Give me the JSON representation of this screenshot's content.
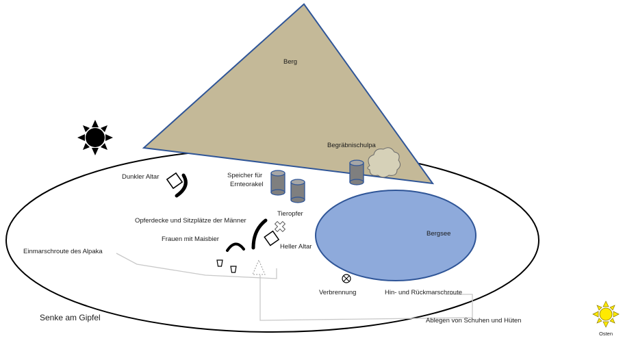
{
  "labels": {
    "mountain": "Berg",
    "burial_chulpa": "Begräbnischulpa",
    "dark_altar": "Dunkler Altar",
    "storage_line1": "Speicher  für",
    "storage_line2": "Ernteorakel",
    "animal_sacrifice": "Tieropfer",
    "offering_blanket": "Opferdecke und Sitzplätze der Männer",
    "women_maize_beer": "Frauen mit Maisbier",
    "bright_altar": "Heller Altar",
    "mountain_lake": "Bergsee",
    "alpaca_route": "Einmarschroute des Alpaka",
    "burning": "Verbrennung",
    "round_trip_route": "Hin- und Rückmarschroute",
    "summit_hollow": "Senke am Gipfel",
    "shoes_hats": "Ablegen von Schuhen und Hüten",
    "east": "Osten"
  },
  "colors": {
    "mountain_fill": "#c4b998",
    "mountain_stroke": "#2f5597",
    "lake_fill": "#8eaadb",
    "lake_stroke": "#2f5597",
    "cylinder_fill": "#7f7f7f",
    "dark_sun": "#000000",
    "east_sun": "#ffea00"
  },
  "icons": [
    "dark-sun-icon",
    "east-sun-icon",
    "cylinder-icon",
    "cross-icon",
    "burning-icon",
    "cup-icon",
    "cloud-icon"
  ]
}
